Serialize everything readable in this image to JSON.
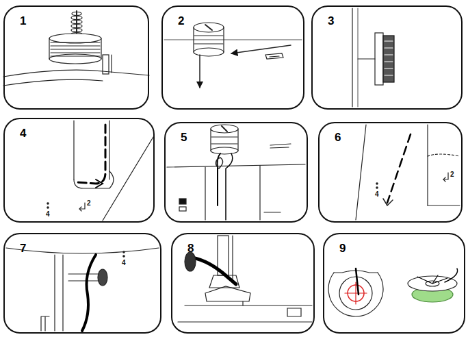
{
  "diagram": {
    "nodes": [
      {
        "text": [
          "1"
        ]
      },
      {
        "text": [
          "2"
        ]
      },
      {
        "text": [
          "3"
        ]
      },
      {
        "text": [
          "4"
        ]
      },
      {
        "text": [
          "5"
        ]
      },
      {
        "text": [
          "6"
        ]
      },
      {
        "text": [
          "7"
        ]
      },
      {
        "text": [
          "8"
        ]
      },
      {
        "text": [
          "9"
        ]
      }
    ],
    "labels": [
      "4",
      "2",
      "4",
      "2",
      "4"
    ]
  }
}
